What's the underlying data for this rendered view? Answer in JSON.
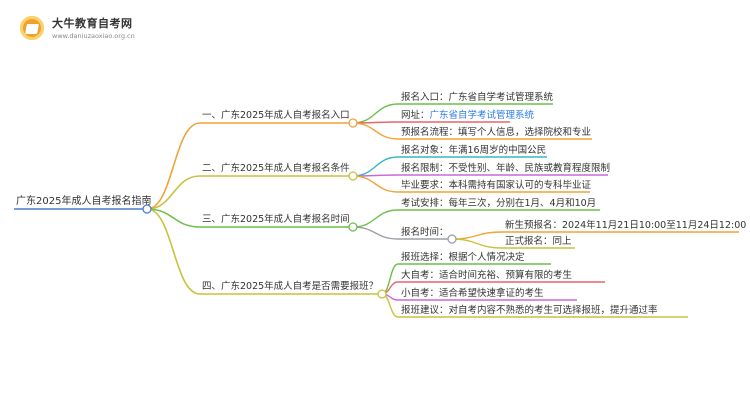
{
  "logo": {
    "name": "大牛教育自考网",
    "url": "www.daniuzaoxiao.org.cn"
  },
  "root": {
    "label": "广东2025年成人自考报名指南"
  },
  "branches": [
    {
      "label": "一、广东2025年成人自考报名入口",
      "color": "#f0a23a",
      "children": [
        {
          "label": "报名入口：广东省自学考试管理系统",
          "color": "#6cbf4a"
        },
        {
          "label": "网址：",
          "link": "广东省自学考试管理系统",
          "color": "#e8656b"
        },
        {
          "label": "预报名流程：填写个人信息，选择院校和专业",
          "color": "#f0a23a"
        }
      ]
    },
    {
      "label": "二、广东2025年成人自考报名条件",
      "color": "#c8c23e",
      "children": [
        {
          "label": "报名对象：年满16周岁的中国公民",
          "color": "#35b5c8"
        },
        {
          "label": "报名限制：不受性别、年龄、民族或教育程度限制",
          "color": "#c86ad6"
        },
        {
          "label": "毕业要求：本科需持有国家认可的专科毕业证",
          "color": "#f0a23a"
        }
      ]
    },
    {
      "label": "三、广东2025年成人自考报名时间",
      "color": "#6cbf4a",
      "children": [
        {
          "label": "考试安排：每年三次，分别在1月、4月和10月",
          "color": "#6cbf4a"
        },
        {
          "label": "报名时间：",
          "color": "#9aa0a6",
          "children": [
            {
              "label": "新生预报名：2024年11月21日10:00至11月24日12:00",
              "color": "#f0a23a"
            },
            {
              "label": "正式报名：同上",
              "color": "#c8c23e"
            }
          ]
        }
      ]
    },
    {
      "label": "四、广东2025年成人自考是否需要报班？",
      "color": "#c8c23e",
      "children": [
        {
          "label": "报班选择：根据个人情况决定",
          "color": "#6cbf4a"
        },
        {
          "label": "大自考：适合时间充裕、预算有限的考生",
          "color": "#e8656b"
        },
        {
          "label": "小自考：适合希望快速拿证的考生",
          "color": "#c86ad6"
        },
        {
          "label": "报班建议：对自考内容不熟悉的考生可选择报班，提升通过率",
          "color": "#c8c23e"
        }
      ]
    }
  ]
}
